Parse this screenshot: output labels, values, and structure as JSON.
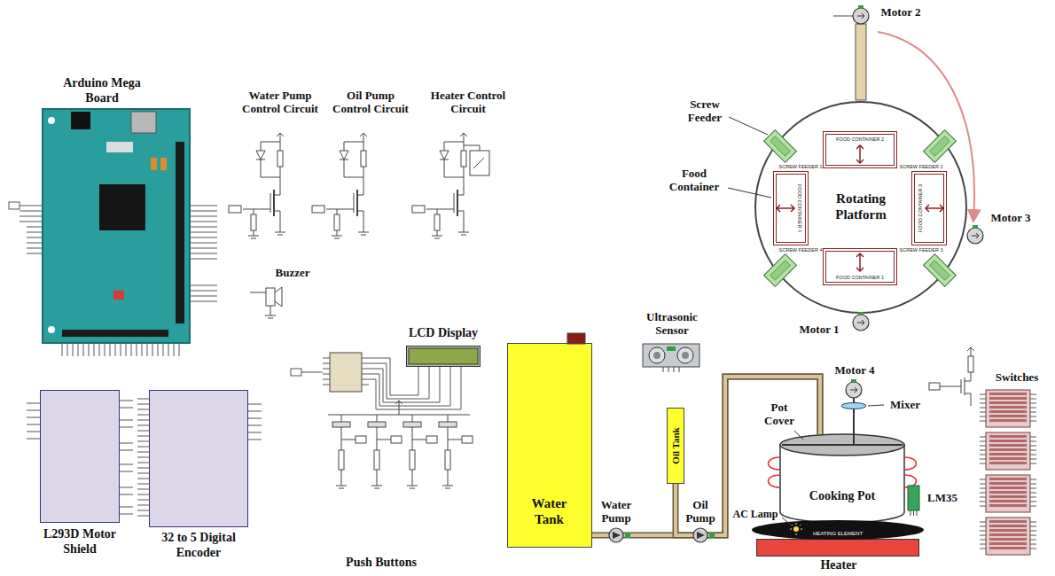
{
  "diagram": {
    "nodes": [
      {
        "text": [
          "Arduino Mega Board"
        ]
      },
      {
        "text": [
          "L293D Motor Shield"
        ]
      },
      {
        "text": [
          "32 to 5 Digital Encoder"
        ]
      },
      {
        "text": [
          "LCD Display"
        ]
      },
      {
        "text": [
          "Water Tank"
        ]
      },
      {
        "text": [
          "Oil Tank"
        ]
      },
      {
        "text": [
          "Cooking Pot"
        ]
      },
      {
        "text": [
          "Heater"
        ]
      },
      {
        "text": [
          "Rotating Platform"
        ]
      },
      {
        "text": [
          "FOOD CONTAINER 2"
        ],
        "in": 8
      },
      {
        "text": [
          "FOOD CONTAINER 4"
        ],
        "in": 8
      },
      {
        "text": [
          "FOOD CONTAINER 3"
        ],
        "in": 8
      },
      {
        "text": [
          "FOOD CONTAINER 1"
        ],
        "in": 8
      },
      {
        "text": [
          "SCREW FEEDER 1"
        ],
        "in": 8
      },
      {
        "text": [
          "SCREW FEEDER 2"
        ],
        "in": 8
      },
      {
        "text": [
          "SCREW FEEDER 4"
        ],
        "in": 8
      },
      {
        "text": [
          "SCREW FEEDER 3"
        ],
        "in": 8
      }
    ],
    "edges": [
      {
        "from": 4,
        "to": 6,
        "arrow": "none"
      },
      {
        "from": 5,
        "to": 6,
        "arrow": "none"
      }
    ],
    "labels": [
      "Water Pump Control Circuit",
      "Oil Pump Control Circuit",
      "Heater Control Circuit",
      "Buzzer",
      "Push Buttons",
      "Ultrasonic Sensor",
      "Water Pump",
      "Oil Pump",
      "Motor 4",
      "Mixer",
      "Pot Cover",
      "LM35",
      "AC Lamp",
      "HEATING ELEMENT",
      "Switches",
      "Motor 2",
      "Motor 3",
      "Motor 1",
      "Screw Feeder",
      "Food Container"
    ]
  }
}
